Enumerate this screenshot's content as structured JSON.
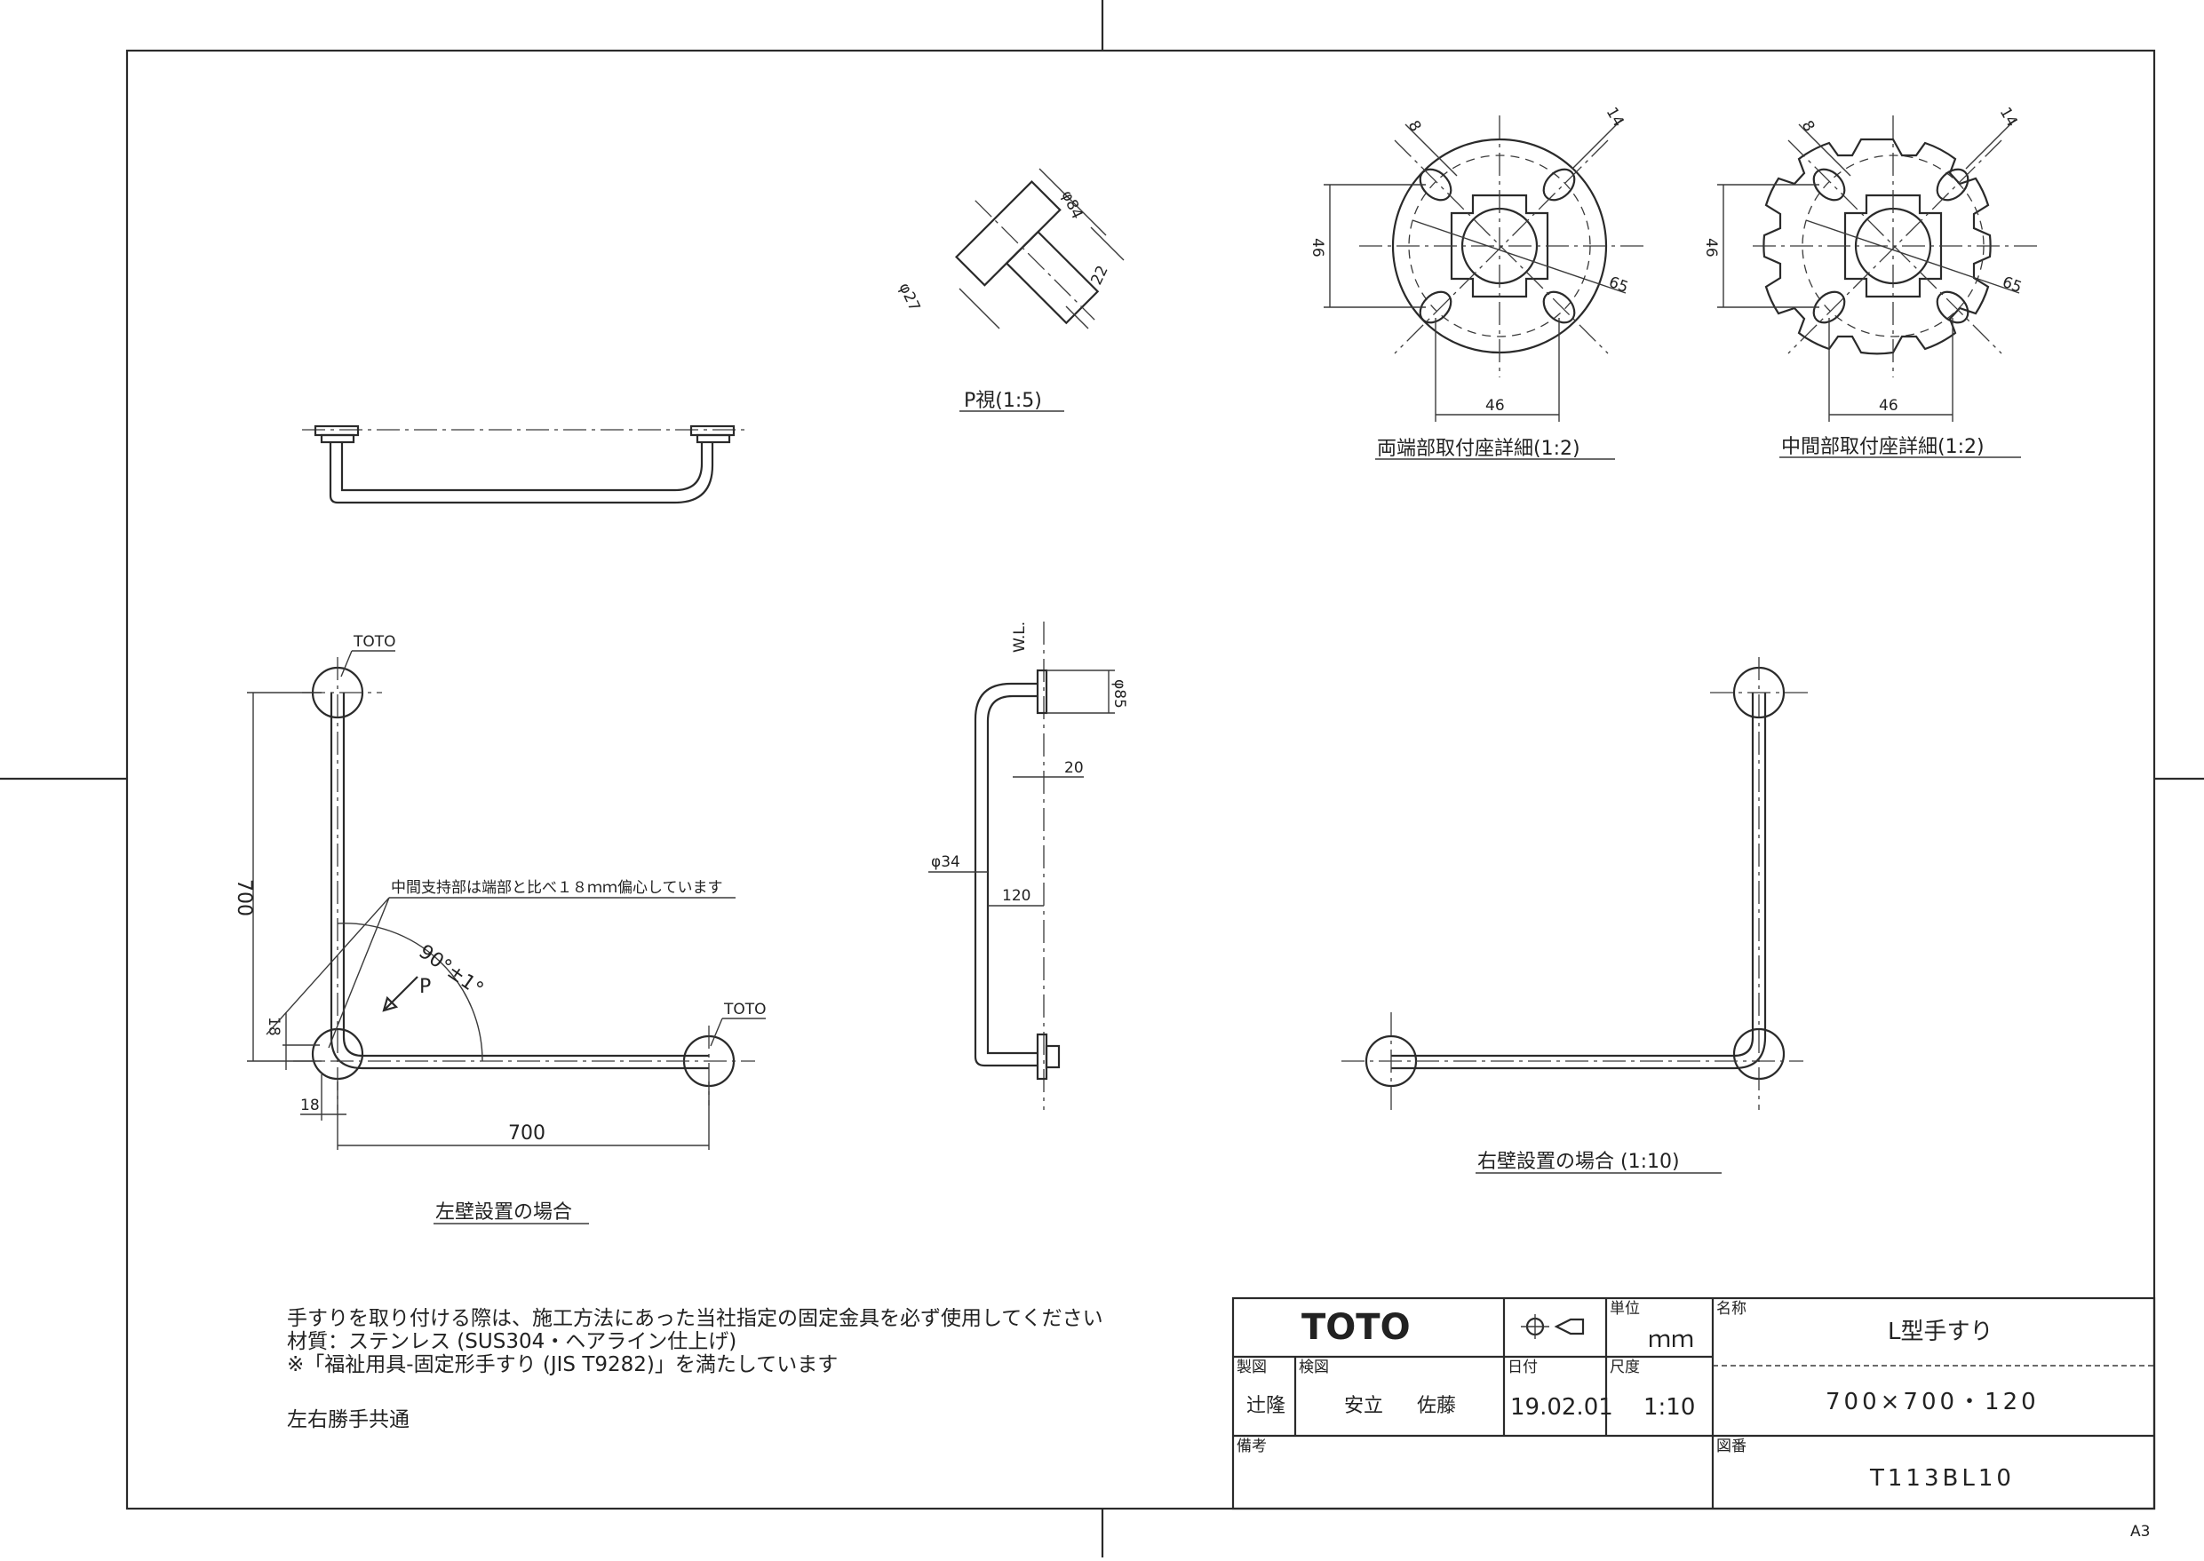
{
  "views": {
    "p_view": {
      "caption": "P視(1:5)",
      "dim_flange": "φ84",
      "dim_pipe": "φ27",
      "dim_depth": "22"
    },
    "end_detail": {
      "caption": "両端部取付座詳細(1:2)",
      "dim_hole": "8",
      "dim_slot": "14",
      "dim_v": "46",
      "dim_h": "46",
      "dim_r": "65"
    },
    "mid_detail": {
      "caption": "中間部取付座詳細(1:2)",
      "dim_hole": "8",
      "dim_slot": "14",
      "dim_v": "46",
      "dim_h": "46",
      "dim_r": "65"
    },
    "left_install": {
      "caption": "左壁設置の場合",
      "logo_top": "TOTO",
      "logo_right": "TOTO",
      "dim_vertical": "700",
      "dim_horizontal": "700",
      "dim_offset_v": "18",
      "dim_offset_h": "18",
      "angle": "90°±1°",
      "view_mark": "P",
      "note": "中間支持部は端部と比べ１８ｍｍ偏心しています"
    },
    "side_view": {
      "wl": "W.L.",
      "dim_flange": "φ85",
      "dim_20": "20",
      "dim_pipe": "φ34",
      "dim_120": "120"
    },
    "right_install": {
      "caption": "右壁設置の場合 (1:10)"
    }
  },
  "notes": {
    "line1": "手すりを取り付ける際は、施工方法にあった当社指定の固定金具を必ず使用してください",
    "line2": "材質：ステンレス (SUS304・ヘアライン仕上げ)",
    "line3": "※「福祉用具-固定形手すり (JIS T9282)」を満たしています",
    "line4": "左右勝手共通"
  },
  "title_block": {
    "company": "TOTO",
    "unit_label": "単位",
    "unit_value": "ｍｍ",
    "name_label": "名称",
    "name_value": "L型手すり",
    "spec_value": "700×700・120",
    "drawn_label": "製図",
    "drawn_value": "辻隆",
    "checked_label": "検図",
    "checked_1": "安立",
    "checked_2": "佐藤",
    "date_label": "日付",
    "date_value": "19.02.01",
    "scale_label": "尺度",
    "scale_value": "1:10",
    "remarks_label": "備考",
    "drawing_no_label": "図番",
    "drawing_no_value": "T113BL10"
  },
  "paper_size": "A3"
}
